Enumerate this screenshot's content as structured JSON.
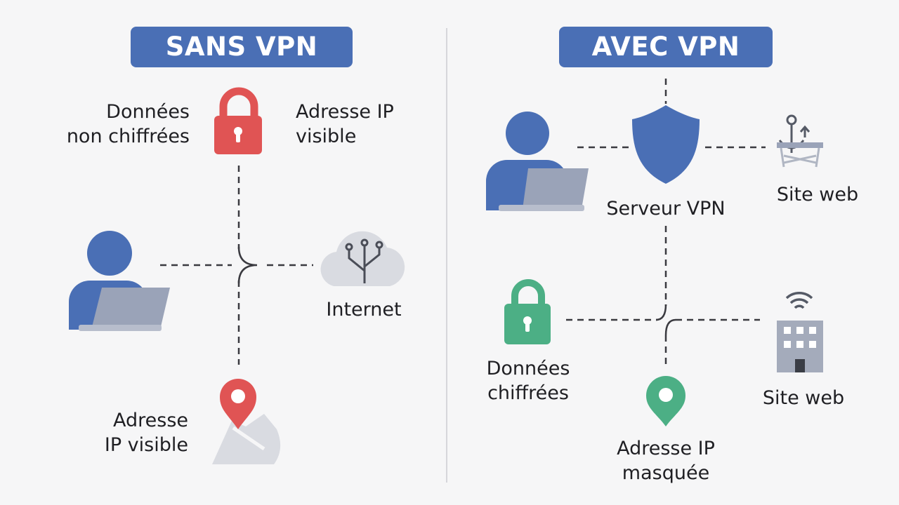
{
  "left": {
    "title": "SANS VPN",
    "data_label": [
      "Données",
      "non chiffrées"
    ],
    "ip_label_top": [
      "Adresse IP",
      "visible"
    ],
    "internet_label": "Internet",
    "ip_label_bottom": [
      "Adresse",
      "IP visible"
    ]
  },
  "right": {
    "title": "AVEC VPN",
    "vpn_server_label": "Serveur VPN",
    "site_top_label": "Site web",
    "data_label": [
      "Données",
      "chiffrées"
    ],
    "site_bottom_label": "Site web",
    "ip_label": [
      "Adresse IP",
      "masquée"
    ]
  },
  "colors": {
    "title_bg": "#4a6fb5",
    "user_blue": "#4a6fb5",
    "laptop": "#9aa3b8",
    "unsafe_red": "#e05454",
    "safe_green": "#4caf85",
    "shield_blue": "#4a6fb5",
    "cloud": "#d9dbe1",
    "connector": "#3a3a40"
  }
}
